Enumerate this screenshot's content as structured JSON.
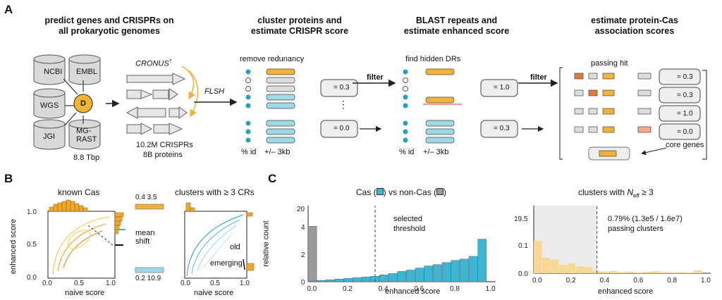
{
  "panels": {
    "A": {
      "label": "A",
      "steps": [
        "predict genes and CRISPRs on\nall prokaryotic genomes",
        "cluster proteins and\nestimate CRISPR score",
        "BLAST repeats and\nestimate enhanced score",
        "estimate protein-Cas\nassociation scores"
      ],
      "databases": [
        "NCBI",
        "EMBL",
        "WGS",
        "D",
        "JGI",
        "MG-\nRAST"
      ],
      "db_size": "8.8 Tbp",
      "tool_name": "CRONUS",
      "tool_sup": "†",
      "crispr_count": "10.2M CRISPRs",
      "protein_count": "8B proteins",
      "flsh": "FLSH",
      "filter_label": "filter",
      "remove_redundancy": "remove redunancy",
      "find_hidden": "find hidden DRs",
      "pct_id": "% id",
      "window": "+/– 3kb",
      "score_03": "= 0.3",
      "score_00": "= 0.0",
      "score_10": "= 1.0",
      "passing_hit": "passing hit",
      "core_genes": "core genes",
      "ellipsis": "⋮"
    },
    "B": {
      "label": "B",
      "left_title": "known Cas",
      "right_title": "clusters with ≥ 3 CRs",
      "xlabel": "naive score",
      "ylabel": "enhanced score",
      "cbar1_range": "0.4  3.5",
      "cbar2_range": "0.2  10.9",
      "mean_shift": "mean\nshift",
      "old": "old",
      "emerging": "emerging"
    },
    "C": {
      "label": "C",
      "left_title_pre": "Cas (",
      "left_title_mid": ") vs non-Cas (",
      "left_title_post": ")",
      "right_title_pre": "clusters with ",
      "right_title_N": "N",
      "right_title_sub": "eff",
      "right_title_post": " ≥ 3",
      "ylabel": "relative count",
      "xlabel": "enhanced score",
      "threshold_label": "selected\nthreshold",
      "passing_text": "0.79% (1.3e5 / 1.6e7)\npassing clusters"
    }
  },
  "colors": {
    "cas": "#3cb6d3",
    "noncas": "#9a9a9a",
    "orange": "#f0b23a",
    "light_orange": "#f8d98f",
    "dark": "#222222"
  },
  "chart_data": [
    {
      "type": "bar",
      "title": "Cas ( ) vs non-Cas ( )",
      "xlabel": "enhanced score",
      "ylabel": "relative count",
      "ylim": [
        0,
        20
      ],
      "yticks": [
        "0",
        "2",
        "4",
        "20"
      ],
      "xticks": [
        "0.0",
        "0.2",
        "0.4",
        "0.6",
        "0.8",
        "1.0"
      ],
      "bin_width": 0.05,
      "series": [
        {
          "name": "non-Cas",
          "color": "#9a9a9a",
          "x": [
            0.0
          ],
          "values": [
            4.5
          ]
        },
        {
          "name": "Cas",
          "color": "#3cb6d3",
          "x": [
            0.0,
            0.05,
            0.1,
            0.15,
            0.2,
            0.25,
            0.3,
            0.35,
            0.4,
            0.45,
            0.5,
            0.55,
            0.6,
            0.65,
            0.7,
            0.75,
            0.8,
            0.85,
            0.9,
            0.95
          ],
          "values": [
            0.05,
            0.1,
            0.15,
            0.2,
            0.25,
            0.3,
            0.35,
            0.4,
            0.5,
            0.6,
            0.75,
            0.85,
            1.0,
            1.15,
            1.25,
            1.4,
            1.55,
            1.65,
            1.85,
            3.1
          ]
        }
      ],
      "threshold": 0.35
    },
    {
      "type": "bar",
      "title": "clusters with Neff ≥ 3",
      "xlabel": "enhanced score",
      "ylim": [
        0,
        19.5
      ],
      "yticks": [
        "0.0",
        "0.1",
        "19.5"
      ],
      "xticks": [
        "0.0",
        "0.2",
        "0.4",
        "0.6",
        "0.8",
        "1.0"
      ],
      "bin_width": 0.05,
      "series": [
        {
          "name": "clusters",
          "color": "#f8d98f",
          "x": [
            0.0,
            0.05,
            0.1,
            0.15,
            0.2,
            0.25,
            0.3,
            0.35,
            0.4,
            0.45,
            0.5,
            0.55,
            0.6,
            0.65,
            0.7,
            0.75,
            0.8,
            0.85,
            0.9,
            0.95
          ],
          "values": [
            0.115,
            0.055,
            0.048,
            0.03,
            0.035,
            0.025,
            0.022,
            0.008,
            0.006,
            0.008,
            0.004,
            0.006,
            0.003,
            0.005,
            0.007,
            0.004,
            0.003,
            0.004,
            0.002,
            0.01
          ]
        }
      ],
      "threshold": 0.35
    }
  ]
}
